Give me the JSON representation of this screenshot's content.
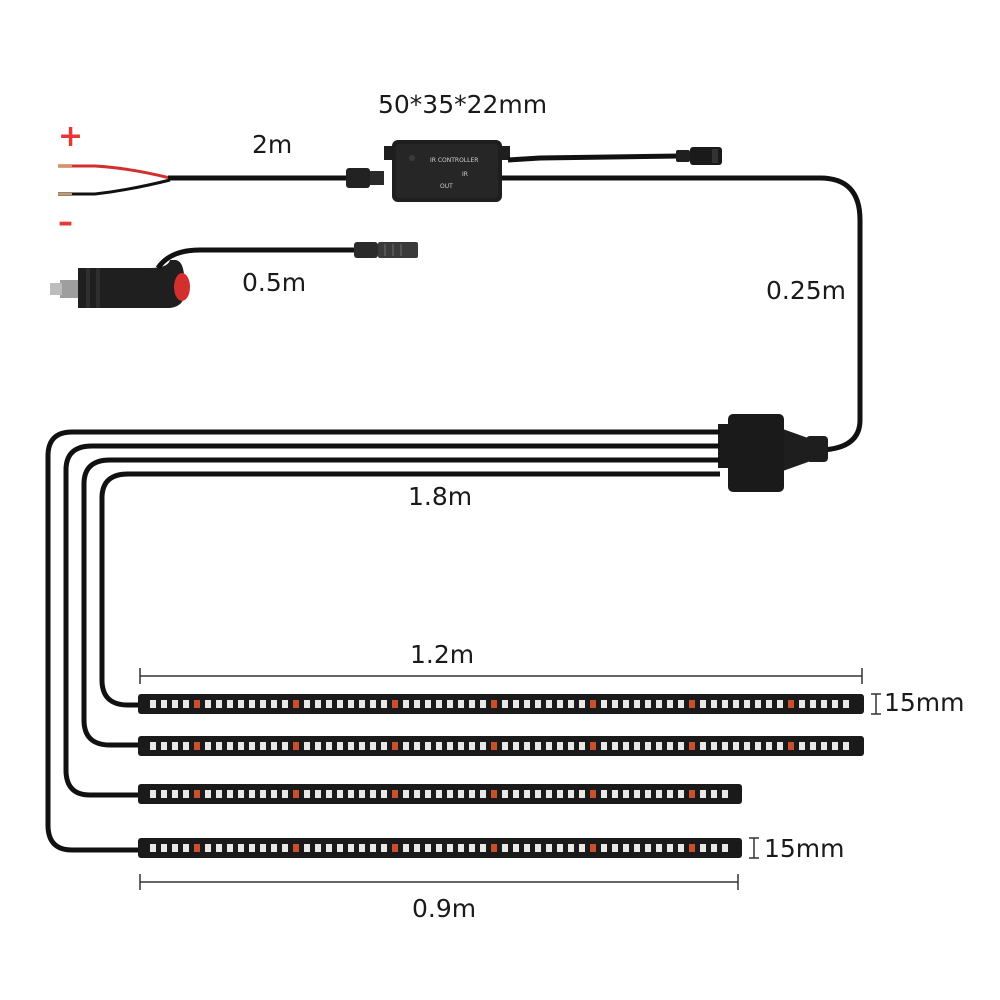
{
  "controller": {
    "dimensions": "50*35*22mm",
    "text_line1": "IR CONTROLLER",
    "text_line2": "IR",
    "text_line3": "OUT"
  },
  "wires": {
    "power_lead": "2m",
    "cigarette_lead": "0.5m",
    "output_lead": "0.25m",
    "splitter_leads": "1.8m"
  },
  "polarity": {
    "positive": "+",
    "negative": "–"
  },
  "strips": {
    "long_length": "1.2m",
    "short_length": "0.9m",
    "width_top": "15mm",
    "width_bottom": "15mm"
  },
  "colors": {
    "cable": "#111111",
    "positive": "#e53935",
    "strip_led": "#ffffff",
    "strip_led_amber": "#c8502a"
  }
}
